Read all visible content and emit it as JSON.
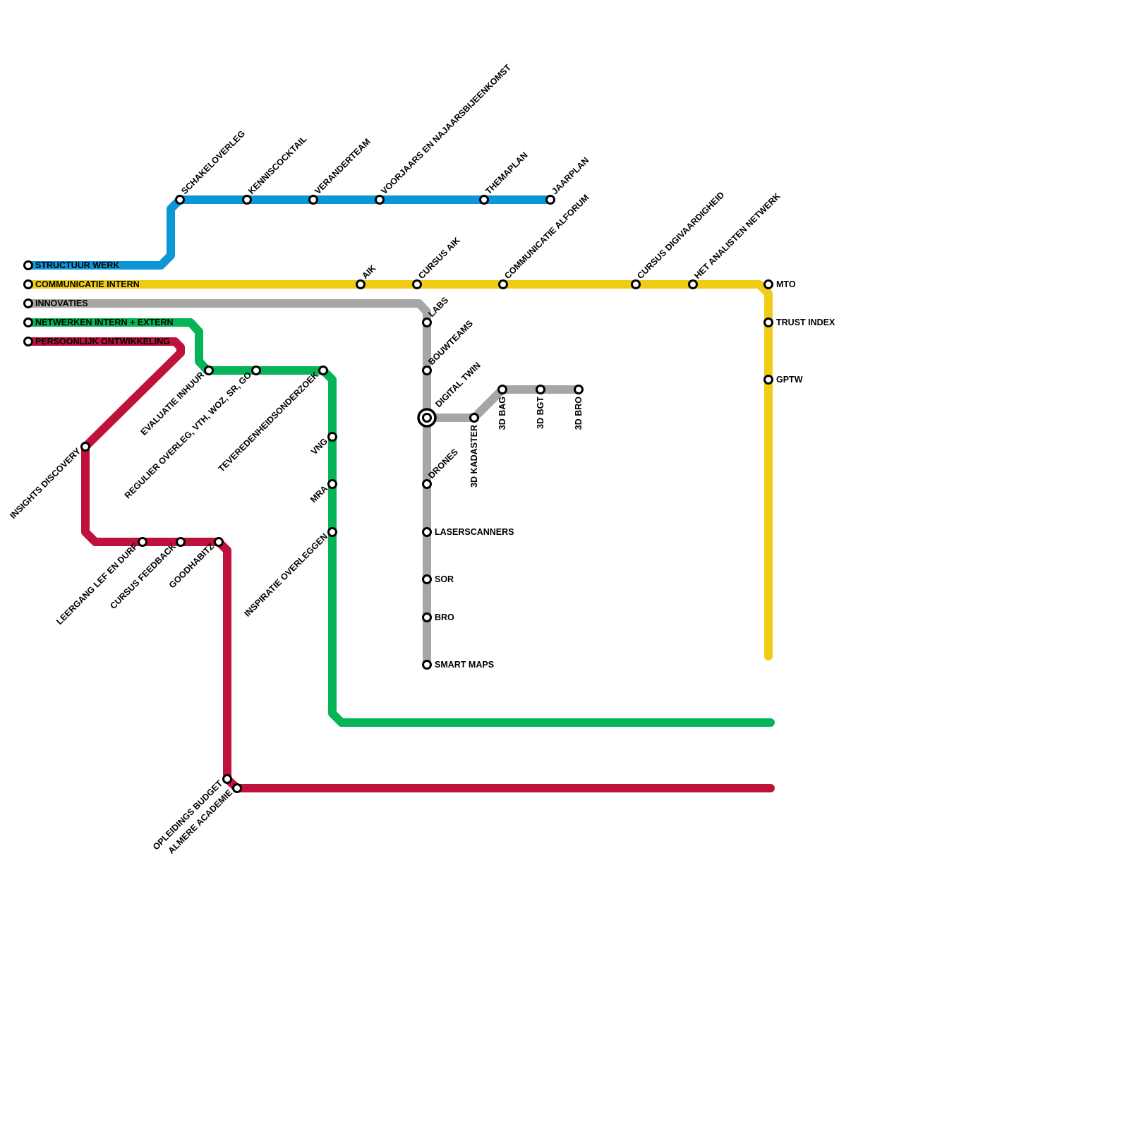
{
  "lines": [
    {
      "id": "blue",
      "color": "#0b96d6",
      "label": "STRUCTUUR WERK",
      "stations": [
        "SCHAKELOVERLEG",
        "KENNISCOCKTAIL",
        "VERANDERTEAM",
        "VOORJAARS EN NAJAARSBIJEENKOMST",
        "THEMAPLAN",
        "JAARPLAN"
      ]
    },
    {
      "id": "yellow",
      "color": "#f0cc16",
      "label": "COMMUNICATIE INTERN",
      "stations": [
        "AIK",
        "CURSUS AIK",
        "COMMUNICATIE ALFORUM",
        "CURSUS DIGIVAARDIGHEID",
        "HET ANALISTEN NETWERK",
        "MTO",
        "TRUST INDEX",
        "GPTW"
      ]
    },
    {
      "id": "grey",
      "color": "#a6a6a6",
      "label": "INNOVATIES",
      "stations": [
        "LABS",
        "BOUWTEAMS",
        "DIGITAL TWIN",
        "DRONES",
        "LASERSCANNERS",
        "SOR",
        "BRO",
        "SMART MAPS",
        "3D KADASTER",
        "3D BAG",
        "3D BGT",
        "3D BRO"
      ]
    },
    {
      "id": "green",
      "color": "#04b455",
      "label": "NETWERKEN INTERN + EXTERN",
      "stations": [
        "EVALUATIE INHUUR",
        "REGULIER OVERLEG, VTH, WOZ, SR, GO",
        "TEVEREDENHEIDSONDERZOEK",
        "VNG",
        "MRA",
        "INSPIRATIE OVERLEGGEN"
      ]
    },
    {
      "id": "red",
      "color": "#be123c",
      "label": "PERSOONLIJK ONTWIKKELING",
      "stations": [
        "INSIGHTS DISCOVERY",
        "LEERGANG LEF EN DURF",
        "CURSUS FEEDBACK",
        "GOODHABITZ",
        "OPLEIDINGS BUDGET",
        "ALMERE ACADEMIE"
      ]
    }
  ]
}
